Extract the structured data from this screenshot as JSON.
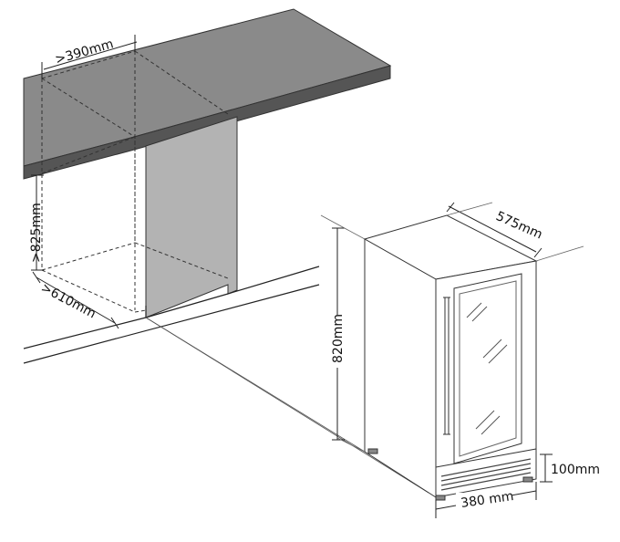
{
  "diagram": {
    "niche": {
      "width_label": ">390mm",
      "height_label": ">825mm",
      "depth_label": ">610mm"
    },
    "appliance": {
      "depth_label": "575mm",
      "height_label": "820mm",
      "width_label": "380 mm",
      "plinth_label": "100mm"
    },
    "colors": {
      "countertop_top": "#8a8a8a",
      "countertop_edge": "#555555",
      "cabinet_wall": "#b3b3b3",
      "line": "#222222"
    }
  }
}
